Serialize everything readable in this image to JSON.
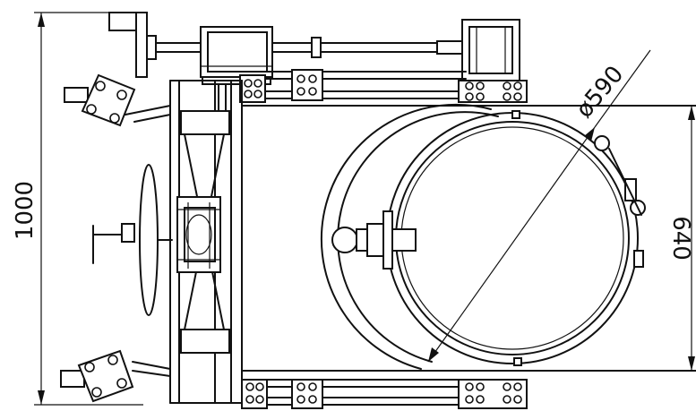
{
  "drawing": {
    "dimensions": {
      "overall_height": "1000",
      "frame_width": "640",
      "pipe_diameter": "ø590"
    },
    "line_color": "#111111",
    "background_color": "#ffffff"
  }
}
